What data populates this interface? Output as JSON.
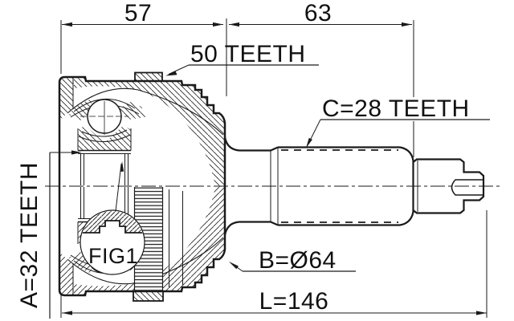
{
  "drawing": {
    "dimensions": {
      "joint_width": "57",
      "shaft_section": "63",
      "overall_length": "L=146",
      "body_diameter": "B=Ø64"
    },
    "teeth": {
      "abs_ring": "50 TEETH",
      "outer_spline": "C=28 TEETH",
      "inner_spline": "A=32 TEETH"
    },
    "detail_label": "FIG1",
    "values": {
      "abs_ring_teeth": 50,
      "outer_spline_teeth": 28,
      "inner_spline_teeth": 32,
      "body_diameter": 64,
      "overall_length": 146,
      "joint_width": 57,
      "shaft_section_length": 63
    },
    "colors": {
      "line": "#1a1a1a",
      "background": "#ffffff"
    }
  }
}
